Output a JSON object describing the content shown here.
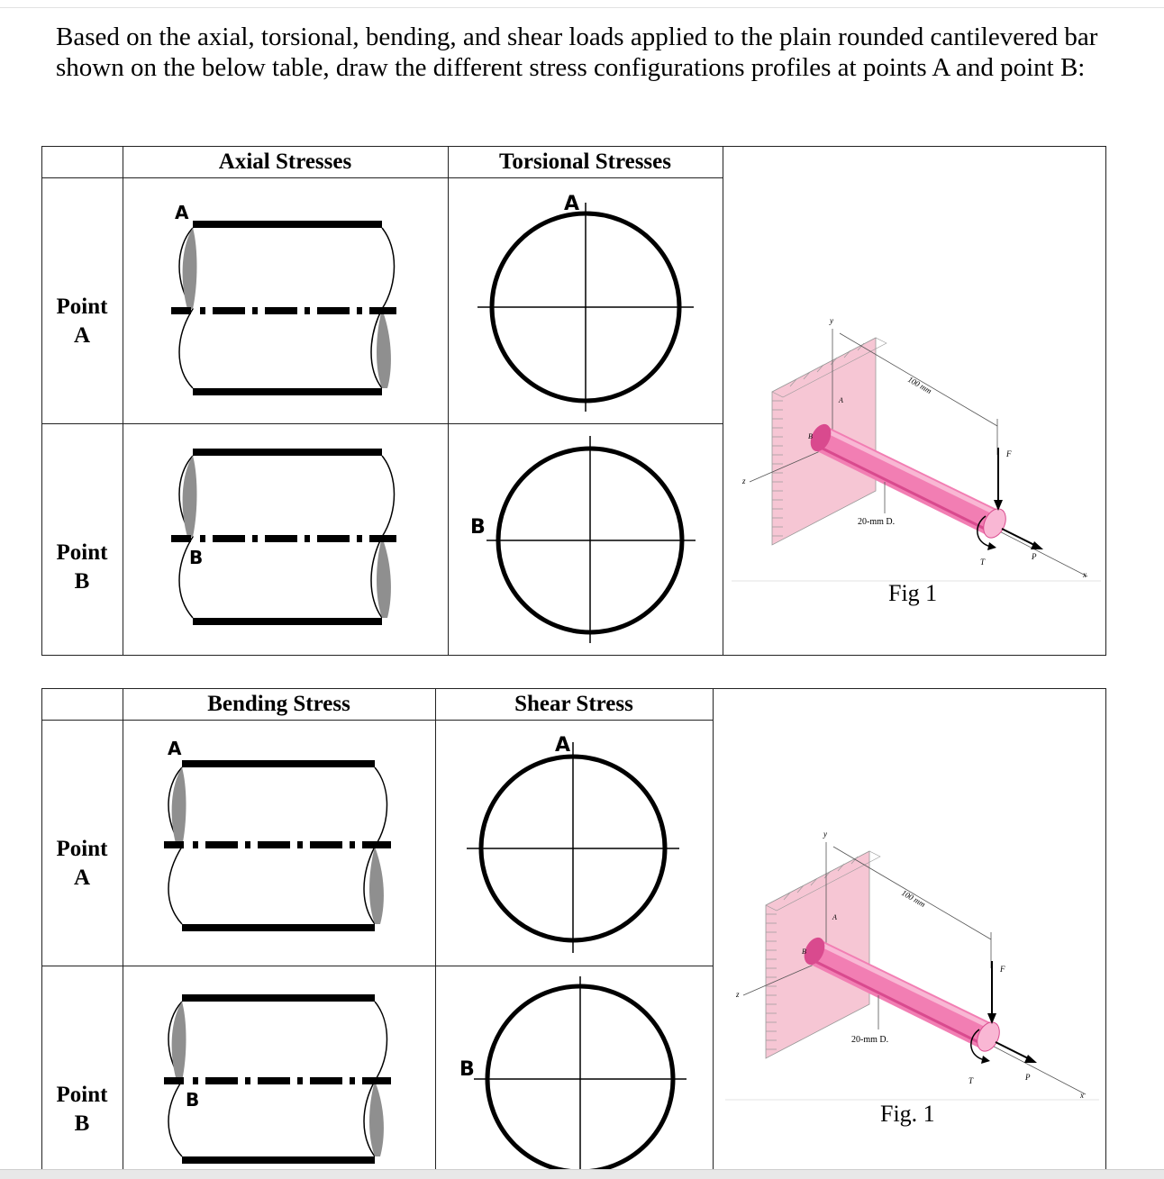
{
  "intro_text": "Based on the axial, torsional, bending, and shear loads applied to the plain rounded cantilevered bar shown on the below table, draw the different stress configurations profiles at points A and point B:",
  "table1": {
    "headers": [
      "Axial Stresses",
      "Torsional Stresses"
    ],
    "rows": [
      {
        "line1": "Point",
        "line2": "A"
      },
      {
        "line1": "Point",
        "line2": "B"
      }
    ],
    "caption": "Fig 1"
  },
  "table2": {
    "headers": [
      "Bending Stress",
      "Shear Stress"
    ],
    "rows": [
      {
        "line1": "Point",
        "line2": "A"
      },
      {
        "line1": "Point",
        "line2": "B"
      }
    ],
    "caption": "Fig. 1"
  },
  "point_labels": {
    "a": "A",
    "b": "B"
  },
  "figure_labels": {
    "y_axis": "y",
    "x_axis": "x",
    "z_axis": "z",
    "length": "100 mm",
    "diameter": "20-mm D.",
    "force": "F",
    "torque": "T",
    "axial_load": "P",
    "point_a": "A",
    "point_b": "B"
  },
  "colors": {
    "wall": "#f6c6d4",
    "bar": "#f27eb3",
    "bar_light": "#f9b7d4",
    "bar_dark": "#d94a8e",
    "line": "#000000",
    "hatch": "#9a9a9a"
  },
  "icons": [
    "bar-segment-diagram",
    "cross-section-circle",
    "cantilever-bar-figure"
  ]
}
